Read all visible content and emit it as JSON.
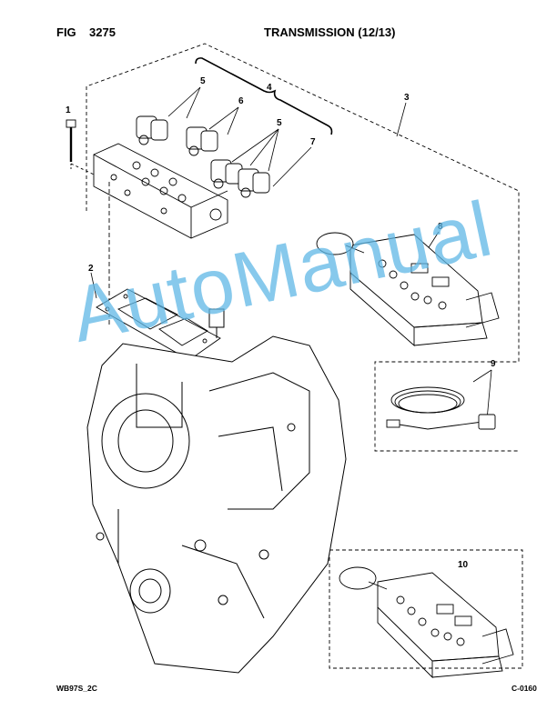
{
  "header": {
    "fig_label": "FIG",
    "fig_number": "3275",
    "title": "TRANSMISSION (12/13)"
  },
  "callouts": [
    "1",
    "2",
    "3",
    "4",
    "5",
    "6",
    "5",
    "7",
    "8",
    "9",
    "10"
  ],
  "watermark": "AutoManual",
  "footer": {
    "model_code": "WB97S_2C",
    "page_code": "C-0160"
  }
}
